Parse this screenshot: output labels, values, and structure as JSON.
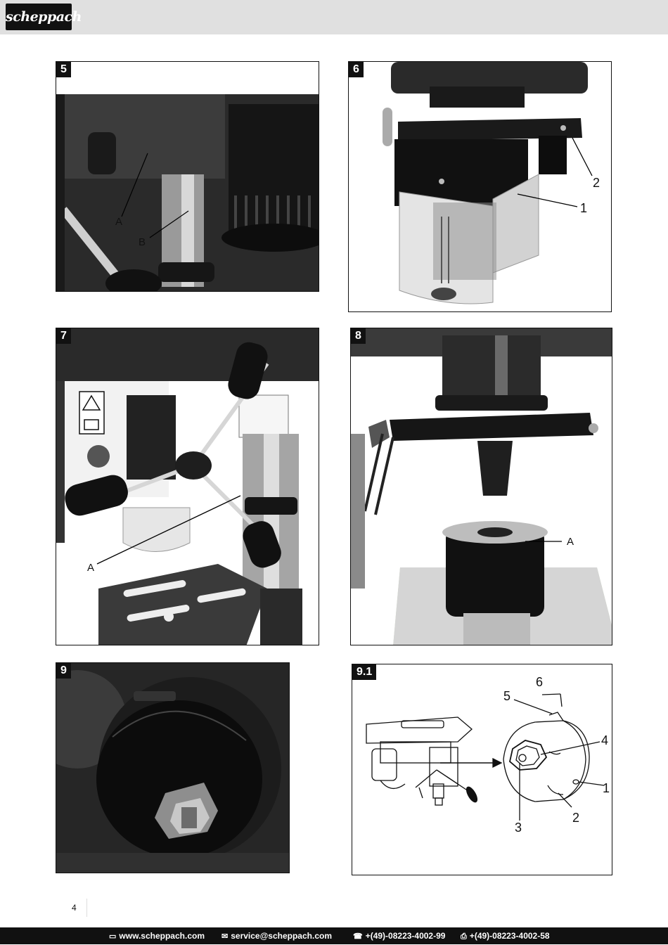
{
  "header": {
    "brand": "scheppach"
  },
  "figures": [
    {
      "number": "5",
      "callouts": [
        "A",
        "B"
      ]
    },
    {
      "number": "6",
      "callouts": [
        "2",
        "1"
      ]
    },
    {
      "number": "7",
      "callouts": [
        "A"
      ]
    },
    {
      "number": "8",
      "callouts": [
        "A"
      ]
    },
    {
      "number": "9",
      "callouts": []
    },
    {
      "number": "9.1",
      "callouts": [
        "6",
        "5",
        "4",
        "1",
        "2",
        "3"
      ]
    }
  ],
  "page_number": "4",
  "footer": {
    "website": "www.scheppach.com",
    "email": "service@scheppach.com",
    "phone": "+(49)-08223-4002-99",
    "fax": "+(49)-08223-4002-58"
  }
}
